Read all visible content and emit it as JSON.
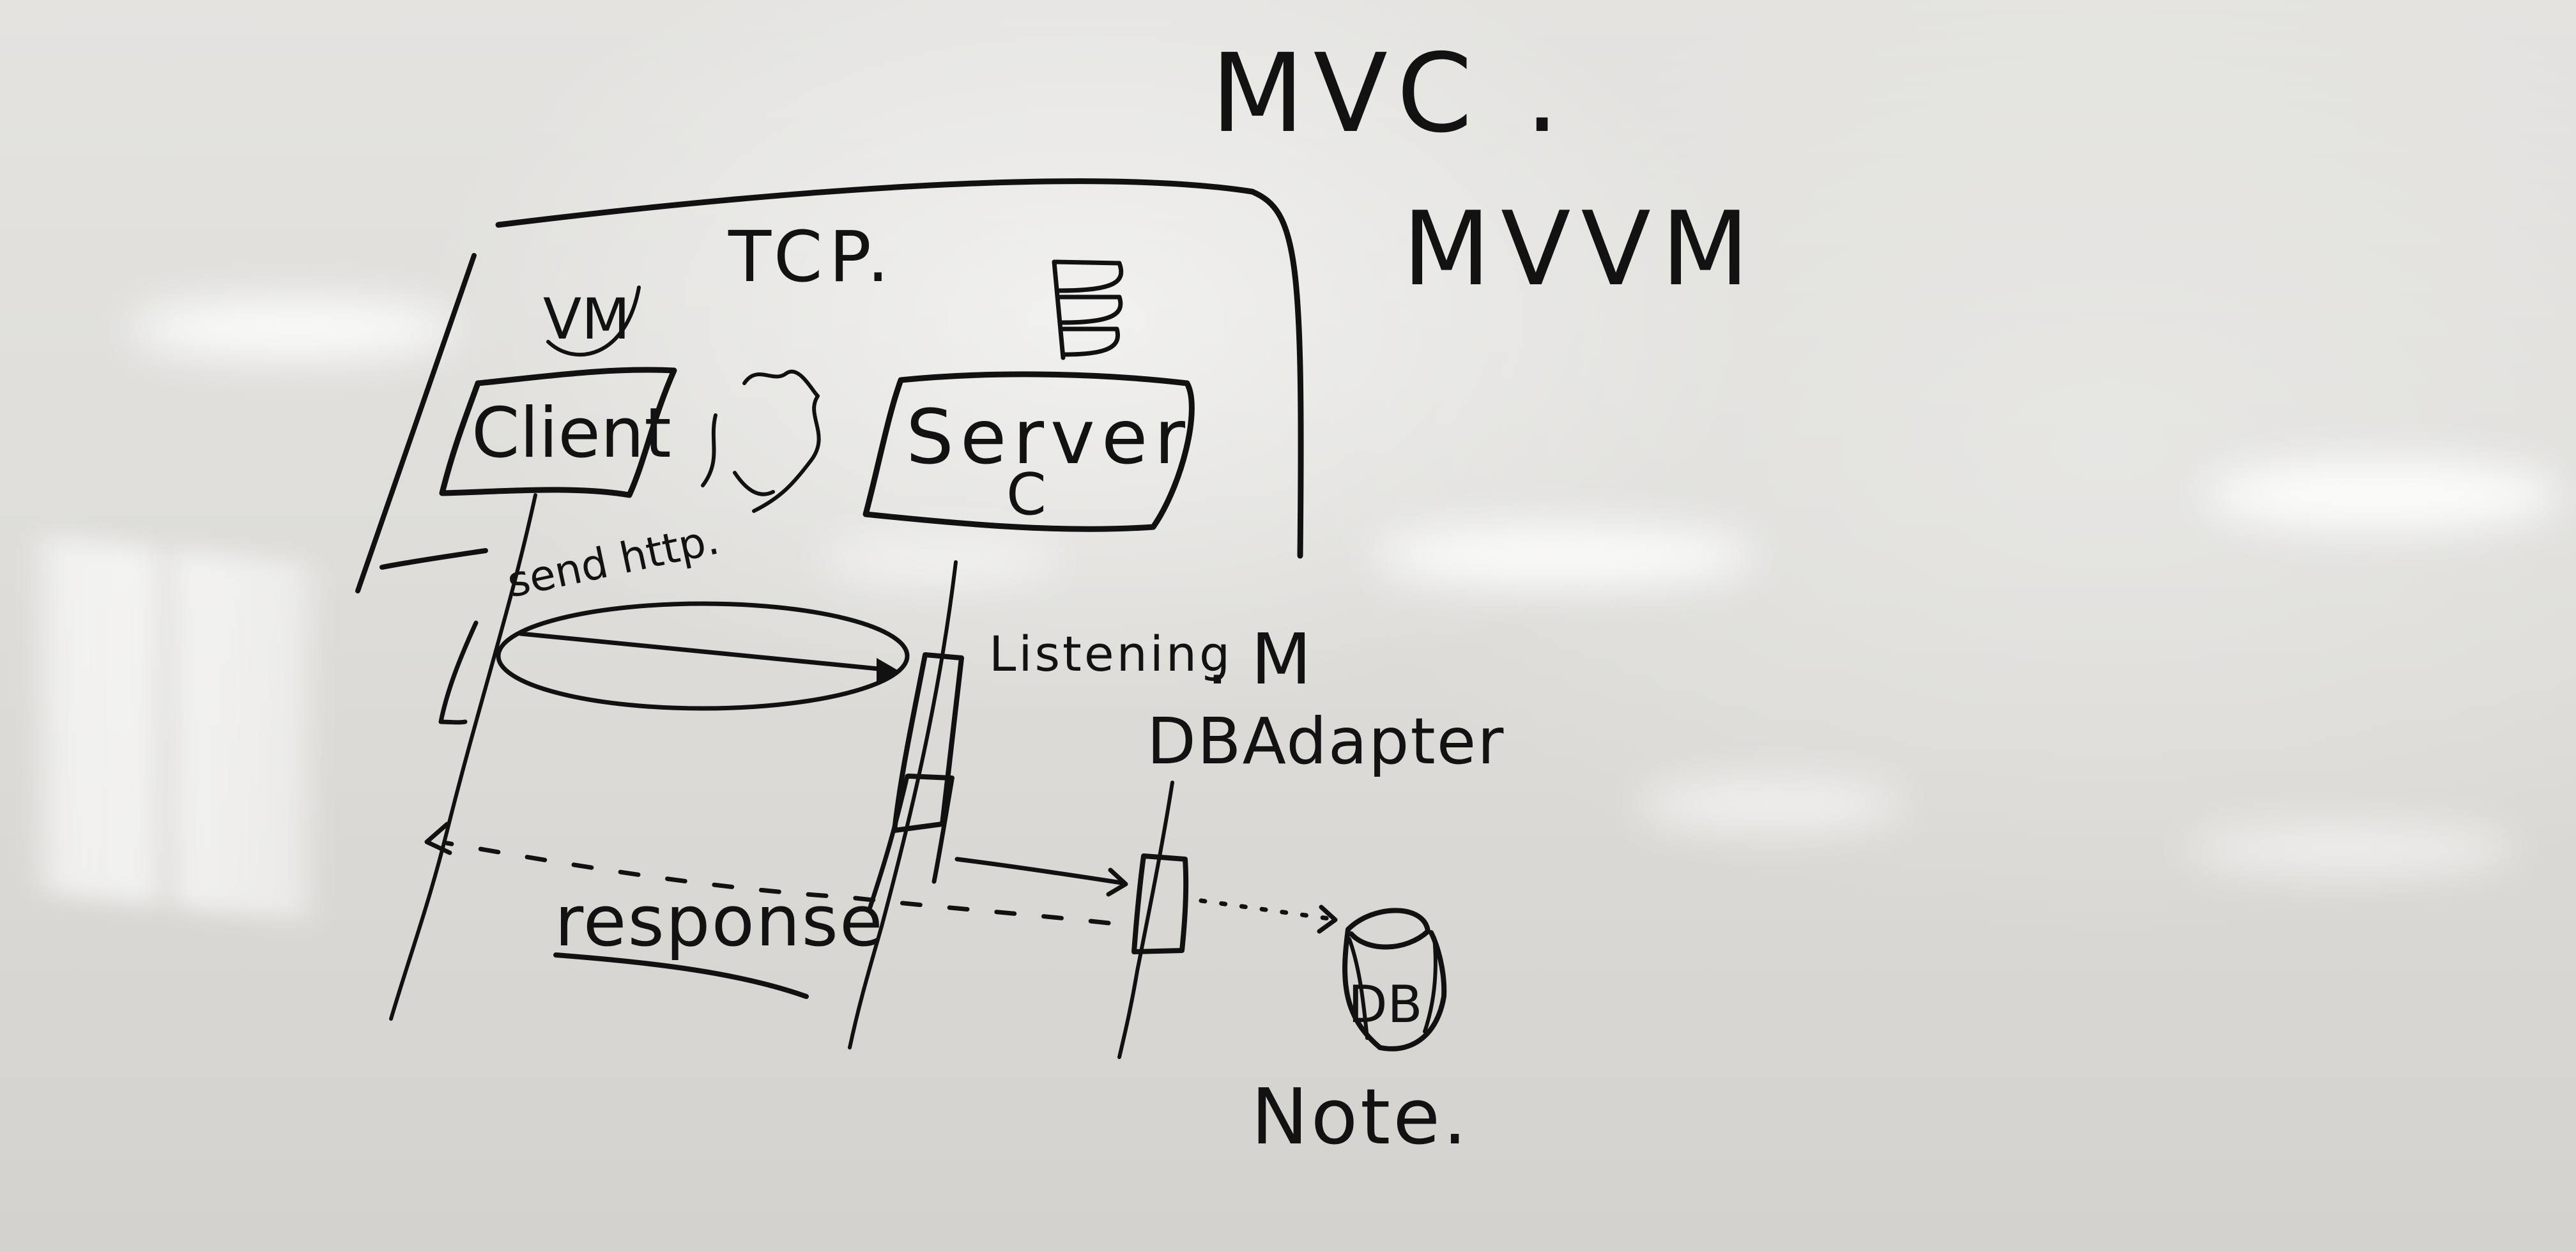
{
  "board": {
    "heading_mvc": "MVC .",
    "heading_mvvm": "MVVM",
    "tcp_label": "TCP.",
    "vm_label": "VM",
    "client_label": "Client",
    "server_label": "Server",
    "server_sub": "C",
    "send_label": "send http.",
    "listening_label": "Listening",
    "m_label": ". M",
    "db_adapter_label": "DBAdapter",
    "response_label": "response",
    "db_label": "DB",
    "note_label": "Note."
  },
  "colors": {
    "ink": "#111111",
    "board": "#e2e1dd"
  }
}
